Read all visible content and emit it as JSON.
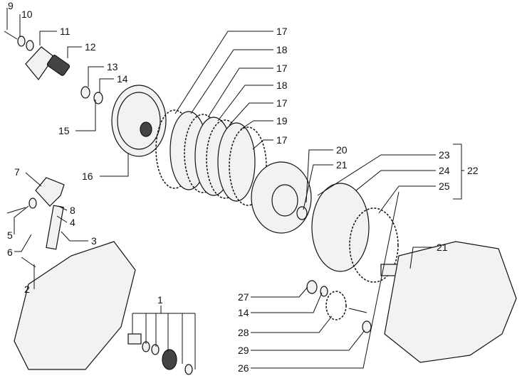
{
  "callouts": {
    "n1": "1",
    "n2": "2",
    "n3": "3",
    "n4": "4",
    "n5": "5",
    "n6": "6",
    "n7": "7",
    "n8": "8",
    "n9": "9",
    "n10": "10",
    "n11": "11",
    "n12": "12",
    "n13": "13",
    "n14a": "14",
    "n14b": "14",
    "n15": "15",
    "n16": "16",
    "n17a": "17",
    "n18a": "18",
    "n17b": "17",
    "n18b": "18",
    "n17c": "17",
    "n19": "19",
    "n17d": "17",
    "n20": "20",
    "n21a": "21",
    "n21b": "21",
    "n22": "22",
    "n23": "23",
    "n24": "24",
    "n25": "25",
    "n26": "26",
    "n27": "27",
    "n28": "28",
    "n29": "29"
  }
}
